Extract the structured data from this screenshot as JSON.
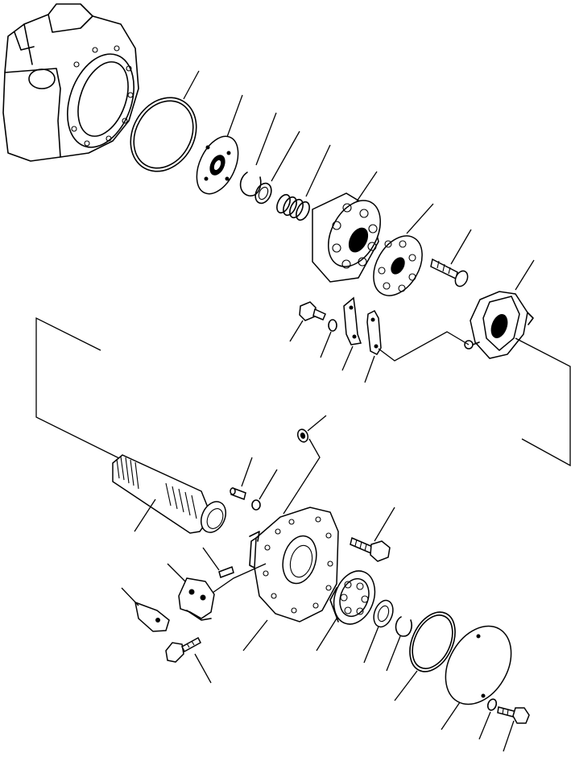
{
  "figure": {
    "background": "#ffffff",
    "line_color": "#000000",
    "labels_printed": false
  },
  "parts": [
    {
      "id": "pump-housing"
    },
    {
      "id": "large-o-ring"
    },
    {
      "id": "bearing-plate"
    },
    {
      "id": "snap-ring-upper"
    },
    {
      "id": "thrust-washer"
    },
    {
      "id": "spring"
    },
    {
      "id": "cylinder-block"
    },
    {
      "id": "retainer-plate"
    },
    {
      "id": "center-pin"
    },
    {
      "id": "swash-plate"
    },
    {
      "id": "bolt-upper"
    },
    {
      "id": "washer-upper"
    },
    {
      "id": "shim-plate-left"
    },
    {
      "id": "shim-plate-right"
    },
    {
      "id": "drive-shaft"
    },
    {
      "id": "dowel-pin"
    },
    {
      "id": "small-o-ring"
    },
    {
      "id": "plug"
    },
    {
      "id": "end-cover"
    },
    {
      "id": "cover-bolt"
    },
    {
      "id": "bracket"
    },
    {
      "id": "guide-block"
    },
    {
      "id": "bracket-bolt"
    },
    {
      "id": "small-pin"
    },
    {
      "id": "bearing"
    },
    {
      "id": "shaft-seal-ring"
    },
    {
      "id": "snap-ring-lower"
    },
    {
      "id": "o-ring-lower"
    },
    {
      "id": "cover-plate"
    },
    {
      "id": "washer-lower"
    },
    {
      "id": "bolt-lower"
    }
  ]
}
